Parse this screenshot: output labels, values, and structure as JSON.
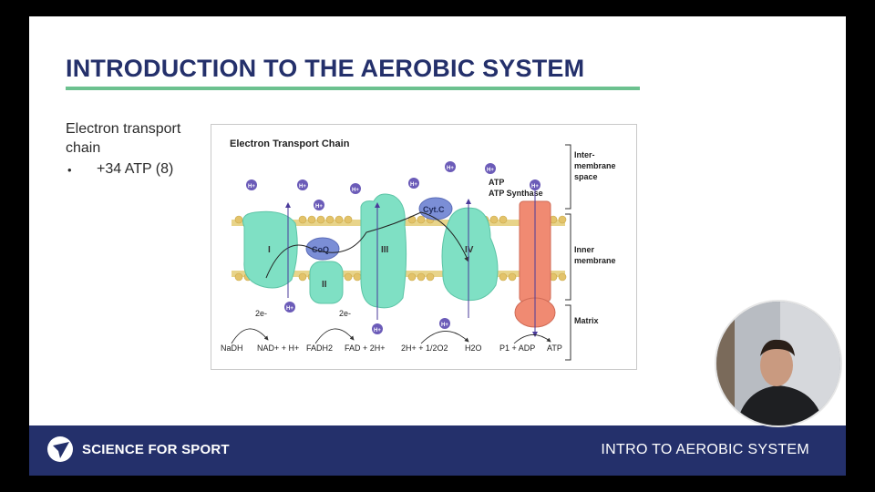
{
  "slide": {
    "title": "INTRODUCTION TO THE AEROBIC SYSTEM",
    "body_heading": "Electron transport chain",
    "bullets": [
      "+34 ATP (8)"
    ]
  },
  "diagram": {
    "title": "Electron Transport Chain",
    "complexes": {
      "c1": "I",
      "c2": "II",
      "c3": "III",
      "c4": "IV"
    },
    "carriers": {
      "coq": "CoQ",
      "cytc": "Cyt.C"
    },
    "proton": "H+",
    "electron": "2e-",
    "atp_synthase": "ATP Synthase",
    "regions": {
      "intermembrane": [
        "Inter-",
        "membrane",
        "space"
      ],
      "inner": [
        "Inner",
        "membrane"
      ],
      "matrix": "Matrix"
    },
    "reactions": {
      "nadh": "NaDH",
      "nad": "NAD+ + H+",
      "fadh2": "FADH2",
      "fad": "FAD + 2H+",
      "water_in": "2H+ + 1/2O2",
      "water_out": "H2O",
      "adp": "P1 + ADP",
      "atp": "ATP"
    },
    "colors": {
      "complex": "#7fe0c4",
      "carrier": "#7b8ed6",
      "synthase": "#f08a72",
      "proton": "#6b5bb8",
      "lipid": "#e3c36a"
    }
  },
  "footer": {
    "brand": "SCIENCE FOR SPORT",
    "caption": "INTRO TO AEROBIC SYSTEM"
  },
  "webcam": {
    "label": "presenter-video"
  }
}
